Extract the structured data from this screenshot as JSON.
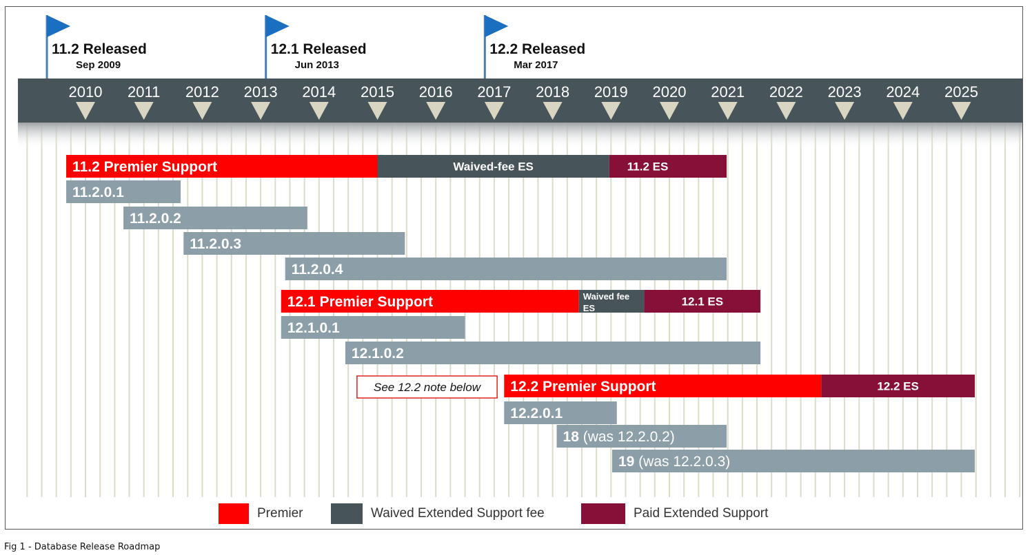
{
  "caption": "Fig 1 - Database Release Roadmap",
  "colors": {
    "premier": "#ff0000",
    "waived": "#47545a",
    "paid": "#861038",
    "patchset": "#8c9ea8",
    "header_band": "#47545a"
  },
  "years": [
    "2010",
    "2011",
    "2012",
    "2013",
    "2014",
    "2015",
    "2016",
    "2017",
    "2018",
    "2019",
    "2020",
    "2021",
    "2022",
    "2023",
    "2024",
    "2025"
  ],
  "releases": [
    {
      "title": "11.2 Released",
      "date": "Sep 2009",
      "year": 2009.67
    },
    {
      "title": "12.1 Released",
      "date": "Jun 2013",
      "year": 2013.42
    },
    {
      "title": "12.2 Released",
      "date": "Mar 2017",
      "year": 2017.17
    }
  ],
  "bars": [
    {
      "name": "bar-11-2-premier",
      "label": "11.2 Premier Support",
      "kind": "premier",
      "row": 0,
      "start": 2009.67,
      "end": 2015.0,
      "align": "left",
      "big": true
    },
    {
      "name": "bar-11-2-waived",
      "label": "Waived-fee ES",
      "kind": "waived",
      "row": 0,
      "start": 2015.0,
      "end": 2018.97,
      "align": "center",
      "big": false
    },
    {
      "name": "bar-11-2-es",
      "label": "11.2 ES",
      "kind": "paid",
      "row": 0,
      "start": 2018.97,
      "end": 2020.98,
      "align": "leftpad",
      "big": false
    },
    {
      "name": "bar-11-2-0-1",
      "label": "11.2.0.1",
      "kind": "patchset",
      "row": 1,
      "start": 2009.67,
      "end": 2011.63,
      "align": "left",
      "big": true
    },
    {
      "name": "bar-11-2-0-2",
      "label": "11.2.0.2",
      "kind": "patchset",
      "row": 2,
      "start": 2010.65,
      "end": 2013.8,
      "align": "left",
      "big": true
    },
    {
      "name": "bar-11-2-0-3",
      "label": "11.2.0.3",
      "kind": "patchset",
      "row": 3,
      "start": 2011.68,
      "end": 2015.47,
      "align": "left",
      "big": true
    },
    {
      "name": "bar-11-2-0-4",
      "label": "11.2.0.4",
      "kind": "patchset",
      "row": 4,
      "start": 2013.42,
      "end": 2020.98,
      "align": "left",
      "big": true
    },
    {
      "name": "bar-12-1-premier",
      "label": "12.1 Premier Support",
      "kind": "premier",
      "row": 5,
      "start": 2013.35,
      "end": 2018.45,
      "align": "left",
      "big": true
    },
    {
      "name": "bar-12-1-waived",
      "label": "Waived fee ES",
      "kind": "waived",
      "row": 5,
      "start": 2018.45,
      "end": 2019.57,
      "align": "wrap",
      "big": false
    },
    {
      "name": "bar-12-1-es",
      "label": "12.1 ES",
      "kind": "paid",
      "row": 5,
      "start": 2019.57,
      "end": 2021.56,
      "align": "center",
      "big": false
    },
    {
      "name": "bar-12-1-0-1",
      "label": "12.1.0.1",
      "kind": "patchset",
      "row": 6,
      "start": 2013.35,
      "end": 2016.5,
      "align": "left",
      "big": true
    },
    {
      "name": "bar-12-1-0-2",
      "label": "12.1.0.2",
      "kind": "patchset",
      "row": 7,
      "start": 2014.45,
      "end": 2021.56,
      "align": "left",
      "big": true
    },
    {
      "name": "bar-12-2-premier",
      "label": "12.2 Premier Support",
      "kind": "premier",
      "row": 8,
      "start": 2017.17,
      "end": 2022.6,
      "align": "left",
      "big": true
    },
    {
      "name": "bar-12-2-es",
      "label": "12.2 ES",
      "kind": "paid",
      "row": 8,
      "start": 2022.6,
      "end": 2025.23,
      "align": "center",
      "big": false
    },
    {
      "name": "bar-12-2-0-1",
      "label": "12.2.0.1",
      "kind": "patchset",
      "row": 9,
      "start": 2017.17,
      "end": 2019.1,
      "align": "left",
      "big": true
    },
    {
      "name": "bar-18",
      "label": "18",
      "sublabel": " (was 12.2.0.2)",
      "kind": "patchset",
      "row": 10,
      "start": 2018.07,
      "end": 2020.98,
      "align": "left",
      "big": true
    },
    {
      "name": "bar-19",
      "label": "19",
      "sublabel": " (was 12.2.0.3)",
      "kind": "patchset",
      "row": 11,
      "start": 2019.02,
      "end": 2025.23,
      "align": "left",
      "big": true
    }
  ],
  "note": {
    "text": "See 12.2 note below",
    "row": 8,
    "start": 2014.65,
    "end": 2017.05
  },
  "legend": [
    {
      "label": "Premier",
      "kind": "premier"
    },
    {
      "label": "Waived Extended Support fee",
      "kind": "waived"
    },
    {
      "label": "Paid Extended Support",
      "kind": "paid"
    }
  ]
}
